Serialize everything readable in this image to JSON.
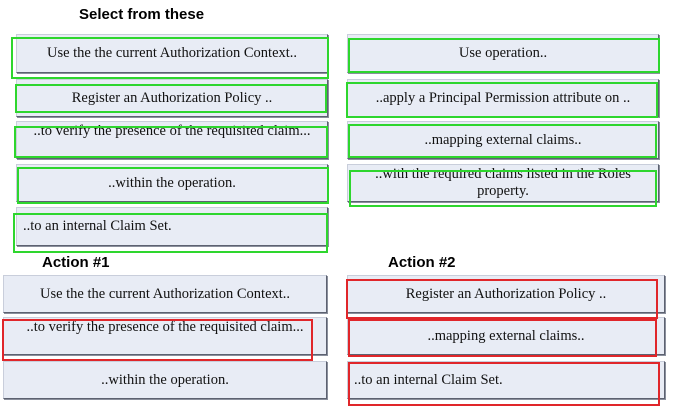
{
  "headings": {
    "select": "Select  from these",
    "action1": "Action #1",
    "action2": "Action #2"
  },
  "options_left": [
    "Use the the current Authorization Context..",
    "Register an Authorization Policy ..",
    "..to verify the presence of the requisited claim...",
    "..within the operation.",
    "..to an internal Claim Set."
  ],
  "options_right": [
    "Use operation..",
    "..apply a Principal Permission attribute on ..",
    "..mapping external claims..",
    "..with the required claims listed in the Roles property."
  ],
  "action1_items": [
    "Use the the current Authorization Context..",
    "..to verify the presence of the requisited claim...",
    "..within the operation."
  ],
  "action2_items": [
    "Register an Authorization Policy ..",
    "..mapping external claims..",
    "..to an internal Claim Set."
  ],
  "colors": {
    "selection_outline": "#2ed62e",
    "highlight_outline": "#e0262a",
    "box_fill": "#e8ecf5"
  }
}
